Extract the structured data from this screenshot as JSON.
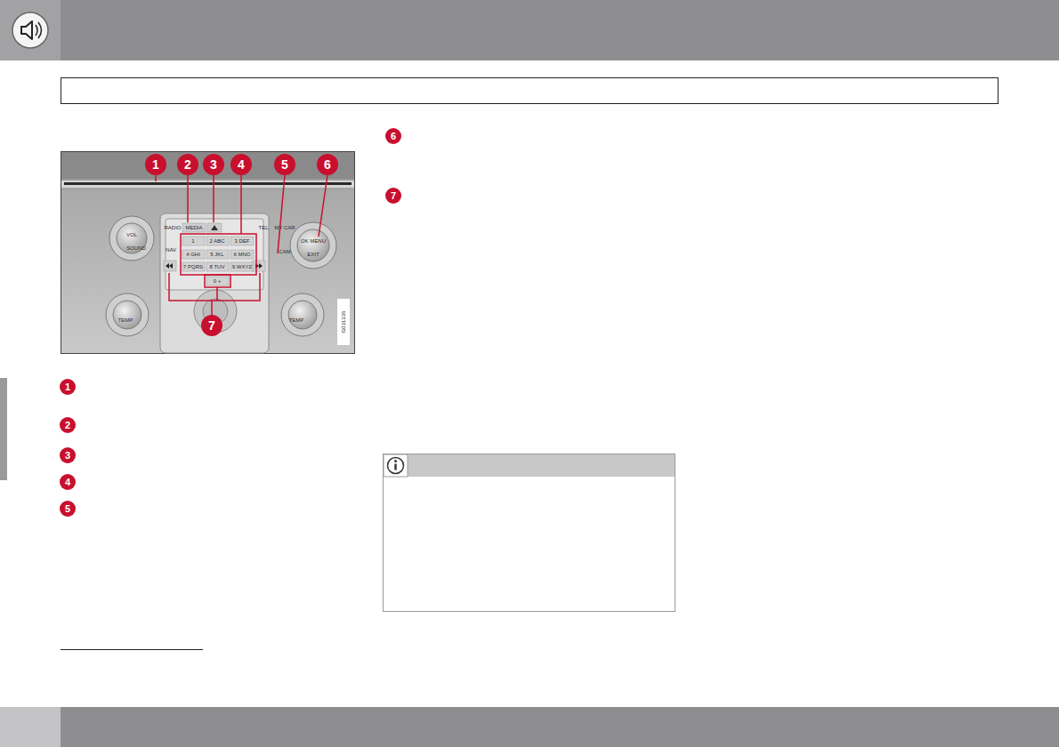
{
  "diagram": {
    "nodes": [
      {
        "text": [
          "1"
        ]
      },
      {
        "text": [
          "2"
        ]
      },
      {
        "text": [
          "3"
        ]
      },
      {
        "text": [
          "4"
        ]
      },
      {
        "text": [
          "5"
        ]
      },
      {
        "text": [
          "6"
        ]
      },
      {
        "text": [
          "7"
        ]
      },
      {
        "text": [
          "1"
        ]
      },
      {
        "text": [
          "2"
        ]
      },
      {
        "text": [
          "3"
        ]
      },
      {
        "text": [
          "4"
        ]
      },
      {
        "text": [
          "5"
        ]
      },
      {
        "text": [
          "6"
        ]
      },
      {
        "text": [
          "7"
        ]
      }
    ],
    "labels": [
      "RADIO",
      "MEDIA",
      "TEL",
      "MY CAR",
      "NAV",
      "CAM",
      "1",
      "2 ABC",
      "3 DEF",
      "4 GHI",
      "5 JKL",
      "6 MNO",
      "7 PQRS",
      "8 TUV",
      "9 WXYZ",
      "0 +",
      "OK MENU",
      "EXIT",
      "VOL",
      "SOUND",
      "TEMP",
      "TEMP",
      "G031336"
    ]
  }
}
